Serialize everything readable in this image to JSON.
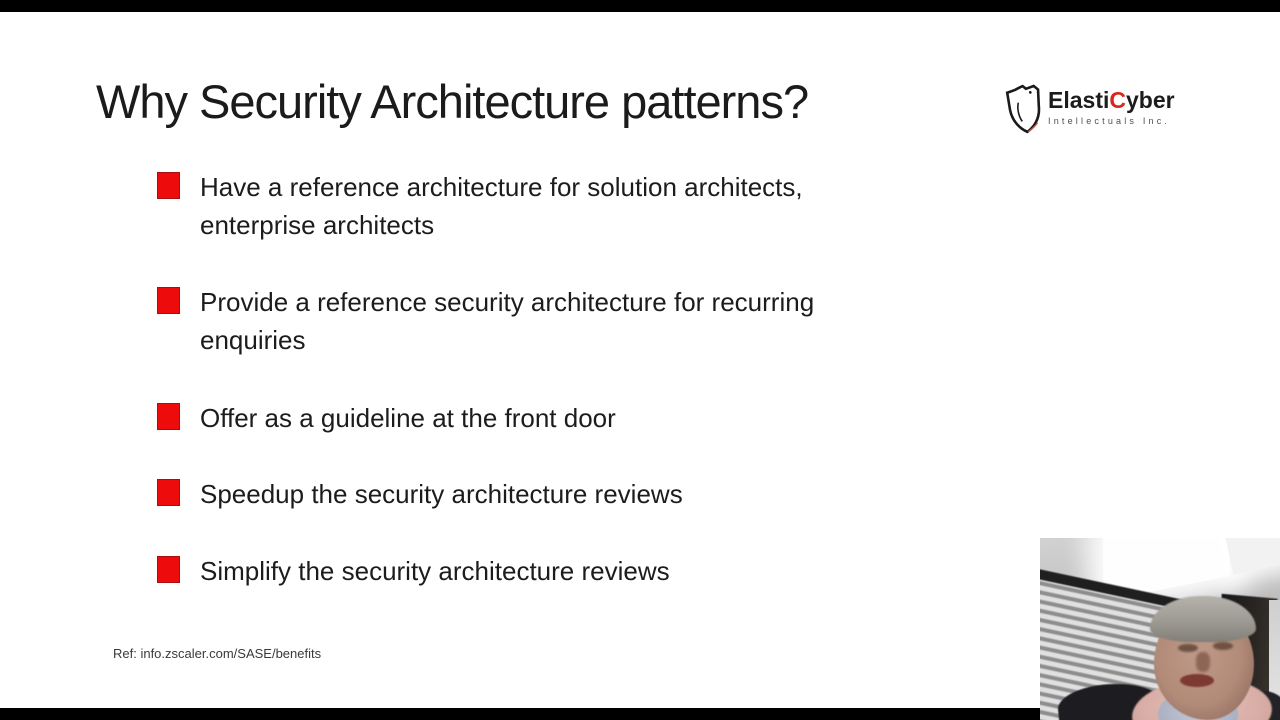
{
  "slide": {
    "title": "Why Security Architecture patterns?",
    "bullets": [
      "Have a reference architecture for solution architects, enterprise architects",
      "Provide a reference security architecture for recurring enquiries",
      "Offer as a guideline at the front door",
      "Speedup the security architecture reviews",
      "Simplify the security architecture reviews"
    ],
    "reference": "Ref: info.zscaler.com/SASE/benefits"
  },
  "logo": {
    "name_part1": "Elasti",
    "name_accent": "C",
    "name_part2": "yber",
    "subtitle": "Intellectuals Inc.",
    "accent_color": "#d8281c",
    "icon": "shield-icon"
  },
  "bullet_marker": {
    "color": "#ee0b0c"
  },
  "webcam": {
    "description": "presenter webcam feed: man with gray hair and scarf in office with ceiling light, window blinds and dark door"
  }
}
